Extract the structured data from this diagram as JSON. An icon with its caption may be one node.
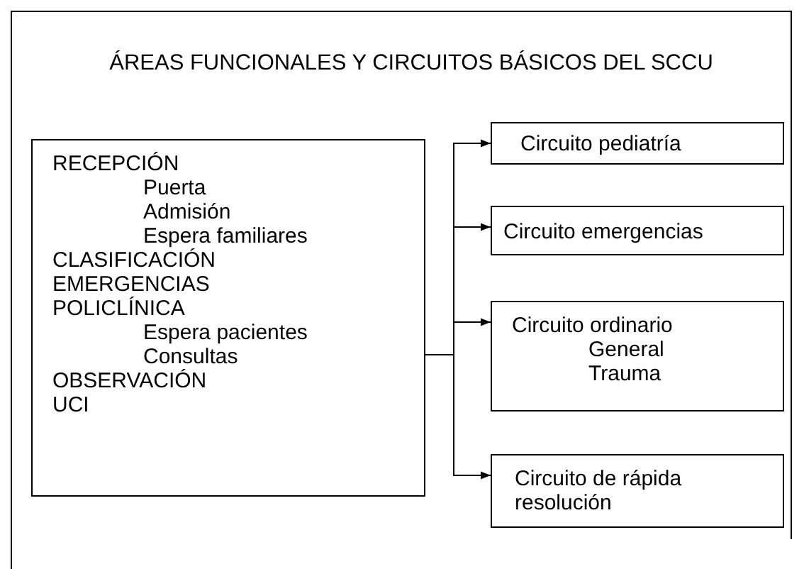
{
  "diagram": {
    "title": "ÁREAS FUNCIONALES Y CIRCUITOS BÁSICOS DEL SCCU",
    "nodes": [
      {
        "text": [
          "RECEPCIÓN",
          "Puerta",
          "Admisión",
          "Espera familiares",
          "CLASIFICACIÓN",
          "EMERGENCIAS",
          "POLICLÍNICA",
          "Espera pacientes",
          "Consultas",
          "OBSERVACIÓN",
          "UCI"
        ]
      },
      {
        "text": [
          "Circuito pediatría"
        ]
      },
      {
        "text": [
          "Circuito emergencias"
        ]
      },
      {
        "text": [
          "Circuito ordinario",
          "General",
          "Trauma"
        ]
      },
      {
        "text": [
          "Circuito de rápida resolución"
        ]
      }
    ],
    "edges": [
      {
        "from": 0,
        "to": 1,
        "arrow": "to"
      },
      {
        "from": 0,
        "to": 2,
        "arrow": "to"
      },
      {
        "from": 0,
        "to": 3,
        "arrow": "to"
      },
      {
        "from": 0,
        "to": 4,
        "arrow": "to"
      }
    ]
  }
}
